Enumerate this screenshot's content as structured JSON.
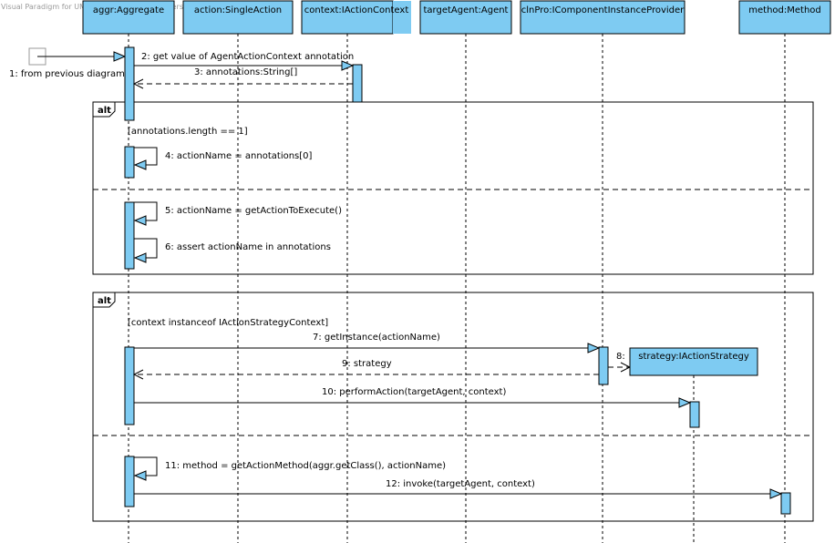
{
  "watermark": "Visual Paradigm for UML Standard Edition(University of Southern California)",
  "lifelines": [
    {
      "id": "aggr",
      "label": "aggr:Aggregate"
    },
    {
      "id": "action",
      "label": "action:SingleAction"
    },
    {
      "id": "context",
      "label": "context:IActionContext"
    },
    {
      "id": "target",
      "label": "targetAgent:Agent"
    },
    {
      "id": "provider",
      "label": "clnPro:IComponentInstanceProvider"
    },
    {
      "id": "method",
      "label": "method:Method"
    }
  ],
  "created_object": "strategy:IActionStrategy",
  "fragments": [
    {
      "operator": "alt",
      "guards": [
        "[annotations.length == 1]"
      ]
    },
    {
      "operator": "alt",
      "guards": [
        "[context instanceof IActionStrategyContext]"
      ]
    }
  ],
  "messages": [
    "1: from previous diagram",
    "2: get value of AgentActionContext annotation",
    "3: annotations:String[]",
    "4: actionName = annotations[0]",
    "5: actionName = getActionToExecute()",
    "6: assert actionName in annotations",
    "7: getInstance(actionName)",
    "8:",
    "9: strategy",
    "10: performAction(targetAgent, context)",
    "11: method = getActionMethod(aggr.getClass(), actionName)",
    "12: invoke(targetAgent, context)"
  ]
}
